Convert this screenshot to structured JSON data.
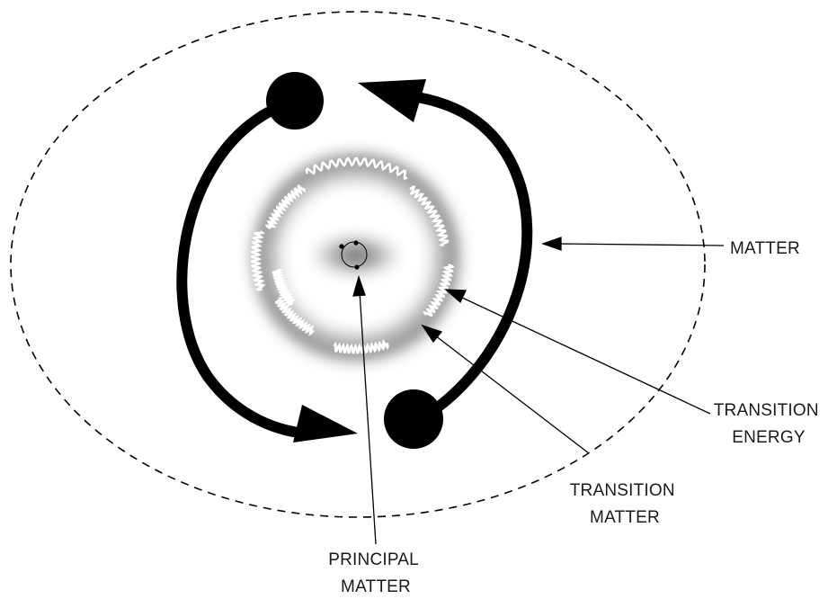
{
  "labels": {
    "matter": "MATTER",
    "transition_energy": [
      "TRANSITION",
      "ENERGY"
    ],
    "transition_matter": [
      "TRANSITION",
      "MATTER"
    ],
    "principal_matter": [
      "PRINCIPAL",
      "MATTER"
    ]
  },
  "colors": {
    "ink": "#000000",
    "background": "#ffffff",
    "haze": "#555555"
  }
}
